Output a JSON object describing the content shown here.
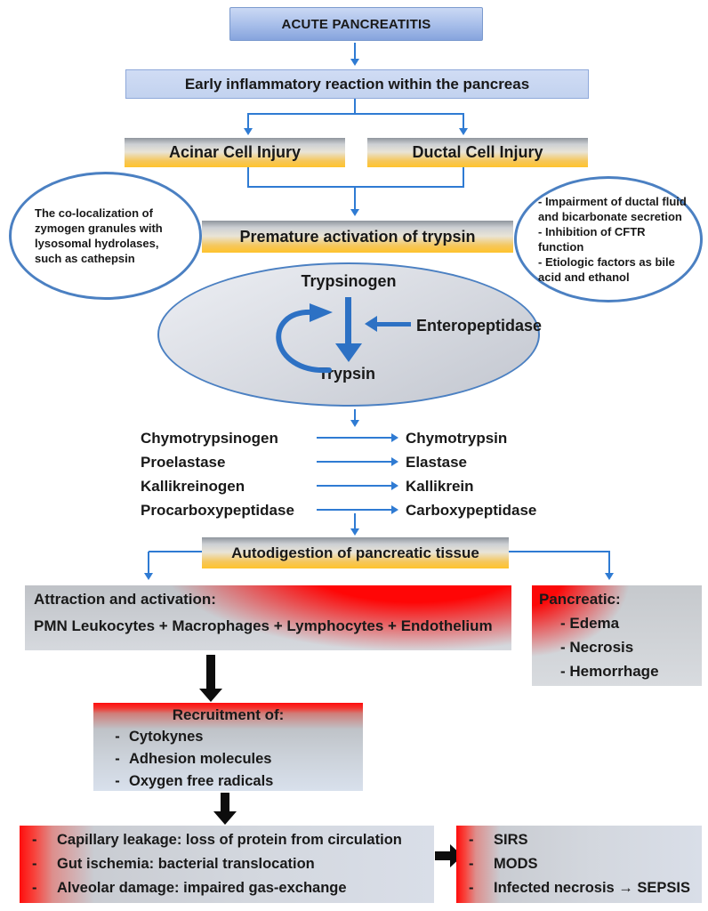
{
  "bullet": "-",
  "title_box": {
    "label": "ACUTE PANCREATITIS"
  },
  "early_box": {
    "label": "Early inflammatory reaction within the pancreas"
  },
  "acinar_box": {
    "label": "Acinar Cell Injury"
  },
  "ductal_box": {
    "label": "Ductal Cell Injury"
  },
  "left_note": {
    "text": "The co-localization of zymogen granules with lysosomal hydrolases, such as cathepsin"
  },
  "right_note": {
    "lines": [
      "- Impairment of ductal fluid and bicarbonate secretion",
      "- Inhibition of CFTR function",
      "- Etiologic factors as bile acid and ethanol"
    ]
  },
  "premature_box": {
    "label": "Premature activation of trypsin"
  },
  "activation_ellipse": {
    "zymogen": "Trypsinogen",
    "product": "Trypsin",
    "activator": "Enteropeptidase"
  },
  "conversions": [
    {
      "from": "Chymotrypsinogen",
      "to": "Chymotrypsin"
    },
    {
      "from": "Proelastase",
      "to": "Elastase"
    },
    {
      "from": "Kallikreinogen",
      "to": "Kallikrein"
    },
    {
      "from": "Procarboxypeptidase",
      "to": "Carboxypeptidase"
    }
  ],
  "autodigestion_box": {
    "label": "Autodigestion of pancreatic tissue"
  },
  "attraction_box": {
    "title": "Attraction and activation:",
    "detail": "PMN Leukocytes + Macrophages + Lymphocytes + Endothelium"
  },
  "pancreatic_box": {
    "title": "Pancreatic:",
    "items": [
      "- Edema",
      "- Necrosis",
      "- Hemorrhage"
    ]
  },
  "recruitment_box": {
    "title": "Recruitment of:",
    "items": [
      "Cytokynes",
      "Adhesion molecules",
      "Oxygen free radicals"
    ]
  },
  "systemic_box": {
    "items": [
      "Capillary leakage: loss of protein from circulation",
      "Gut ischemia: bacterial translocation",
      "Alveolar damage: impaired gas-exchange"
    ]
  },
  "outcome_box": {
    "items": [
      "SIRS",
      "MODS",
      "Infected necrosis  →  SEPSIS"
    ]
  },
  "colors": {
    "arrow_blue": "#2f7bd3",
    "box_blue": "#a6bde9",
    "accent_orange": "#ffc32c",
    "accent_red": "#fe0d0d",
    "ellipse_border_blue": "#4b80c2",
    "block_arrow_black": "#0d0d0d"
  }
}
